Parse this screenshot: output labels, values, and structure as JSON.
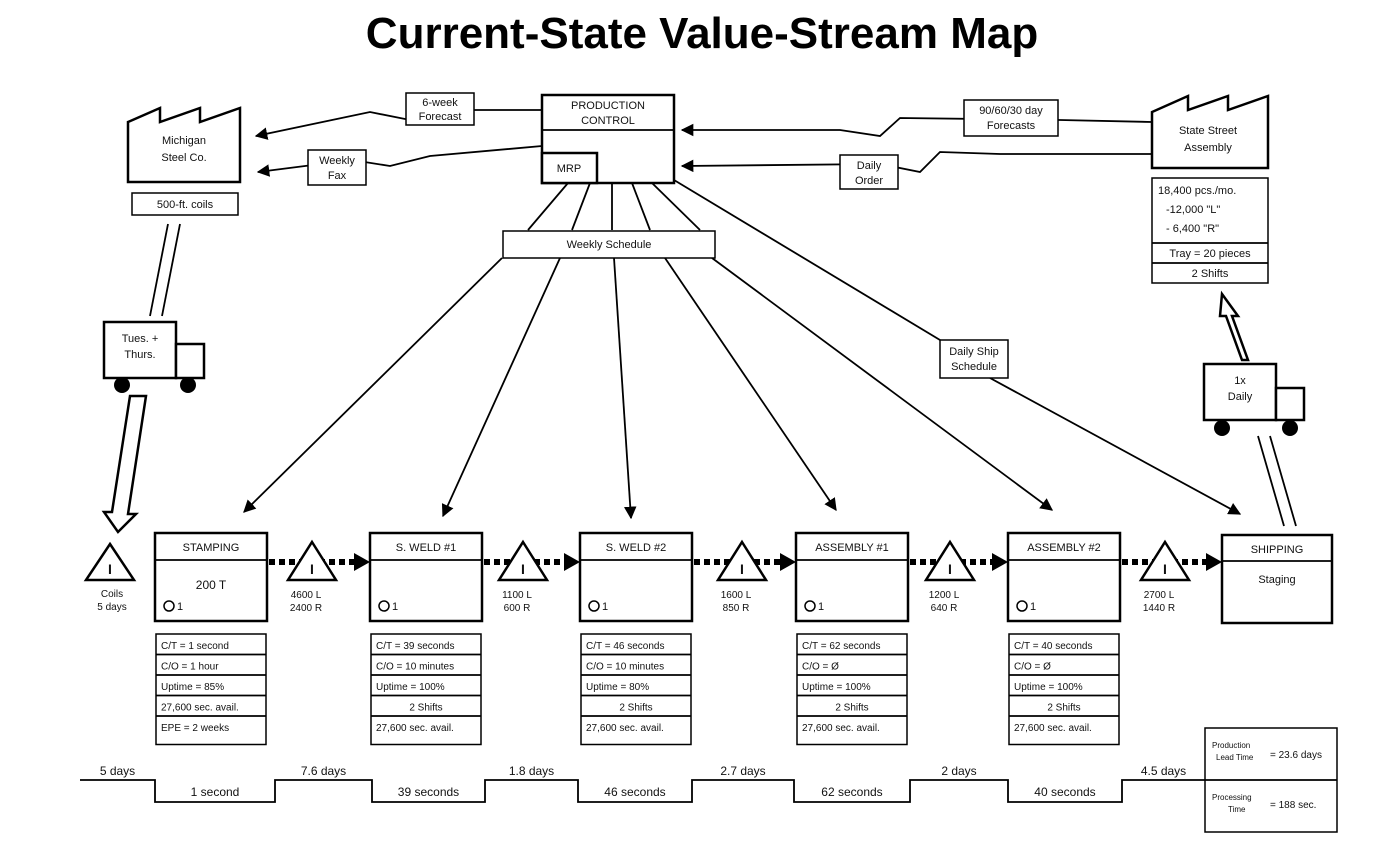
{
  "title": "Current-State Value-Stream Map",
  "supplier": {
    "name_line1": "Michigan",
    "name_line2": "Steel Co.",
    "material": "500-ft. coils"
  },
  "customer": {
    "name_line1": "State Street",
    "name_line2": "Assembly",
    "requirements": [
      "18,400 pcs./mo.",
      "-12,000 \"L\"",
      "- 6,400 \"R\""
    ],
    "tray": "Tray = 20 pieces",
    "shifts": "2 Shifts"
  },
  "production_control": {
    "title_line1": "PRODUCTION",
    "title_line2": "CONTROL",
    "system": "MRP"
  },
  "flows": {
    "forecast_supplier_line1": "6-week",
    "forecast_supplier_line2": "Forecast",
    "fax_line1": "Weekly",
    "fax_line2": "Fax",
    "forecast_customer_line1": "90/60/30 day",
    "forecast_customer_line2": "Forecasts",
    "order_line1": "Daily",
    "order_line2": "Order",
    "weekly_schedule": "Weekly Schedule",
    "ship_schedule_line1": "Daily Ship",
    "ship_schedule_line2": "Schedule"
  },
  "trucks": {
    "inbound_line1": "Tues. +",
    "inbound_line2": "Thurs.",
    "outbound_line1": "1x",
    "outbound_line2": "Daily"
  },
  "inventory_symbol": "I",
  "operator_symbol": "1",
  "raw_inventory": {
    "line1": "Coils",
    "line2": "5 days"
  },
  "inventories": [
    {
      "l": "4600 L",
      "r": "2400 R"
    },
    {
      "l": "1100 L",
      "r": "600 R"
    },
    {
      "l": "1600 L",
      "r": "850 R"
    },
    {
      "l": "1200 L",
      "r": "640 R"
    },
    {
      "l": "2700 L",
      "r": "1440 R"
    }
  ],
  "processes": [
    {
      "name": "STAMPING",
      "sub": "200 T",
      "data": [
        "C/T = 1 second",
        "C/O = 1 hour",
        "Uptime = 85%",
        "27,600 sec. avail.",
        "EPE = 2 weeks"
      ]
    },
    {
      "name": "S. WELD #1",
      "sub": "",
      "data": [
        "C/T = 39 seconds",
        "C/O = 10 minutes",
        "Uptime = 100%",
        "2 Shifts",
        "27,600 sec. avail."
      ]
    },
    {
      "name": "S. WELD #2",
      "sub": "",
      "data": [
        "C/T = 46 seconds",
        "C/O = 10 minutes",
        "Uptime = 80%",
        "2 Shifts",
        "27,600 sec. avail."
      ]
    },
    {
      "name": "ASSEMBLY #1",
      "sub": "",
      "data": [
        "C/T = 62 seconds",
        "C/O = Ø",
        "Uptime = 100%",
        "2 Shifts",
        "27,600 sec. avail."
      ]
    },
    {
      "name": "ASSEMBLY #2",
      "sub": "",
      "data": [
        "C/T = 40 seconds",
        "C/O = Ø",
        "Uptime = 100%",
        "2 Shifts",
        "27,600 sec. avail."
      ]
    }
  ],
  "shipping": {
    "name": "SHIPPING",
    "sub": "Staging"
  },
  "timeline": {
    "days": [
      "5 days",
      "7.6 days",
      "1.8 days",
      "2.7 days",
      "2 days",
      "4.5 days"
    ],
    "seconds": [
      "1 second",
      "39 seconds",
      "46 seconds",
      "62 seconds",
      "40 seconds"
    ],
    "lead_time_label_line1": "Production",
    "lead_time_label_line2": "Lead Time",
    "lead_time_value": "= 23.6 days",
    "processing_label_line1": "Processing",
    "processing_label_line2": "Time",
    "processing_value": "= 188 sec."
  }
}
